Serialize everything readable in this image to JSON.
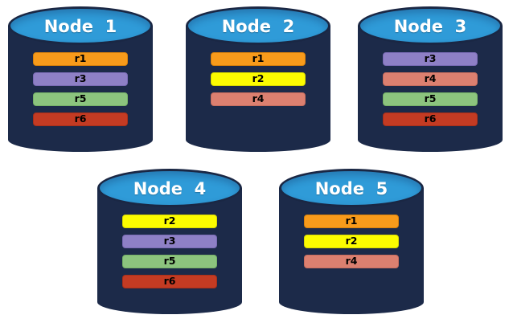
{
  "palette": {
    "background": "#ffffff",
    "cylinder_body": "#1C2A49",
    "cylinder_top_fill": "#2F9BD8",
    "cylinder_top_border": "#1A2744",
    "node_label_color": "#ffffff",
    "bar_label_color": "#000000"
  },
  "replica_styles": {
    "r1": {
      "fill": "#F89B1B",
      "border": "#D9820C"
    },
    "r2": {
      "fill": "#FCFC00",
      "border": "#D9D900"
    },
    "r3": {
      "fill": "#8E80C6",
      "border": "#7A6BB5"
    },
    "r4": {
      "fill": "#DC8070",
      "border": "#C66D5E"
    },
    "r5": {
      "fill": "#8CC47E",
      "border": "#76B167"
    },
    "r6": {
      "fill": "#C43B23",
      "border": "#A82F1A"
    }
  },
  "nodes": [
    {
      "label": "Node  1",
      "replicas": [
        "r1",
        "r3",
        "r5",
        "r6"
      ]
    },
    {
      "label": "Node  2",
      "replicas": [
        "r1",
        "r2",
        "r4"
      ]
    },
    {
      "label": "Node  3",
      "replicas": [
        "r3",
        "r4",
        "r5",
        "r6"
      ]
    },
    {
      "label": "Node  4",
      "replicas": [
        "r2",
        "r3",
        "r5",
        "r6"
      ]
    },
    {
      "label": "Node  5",
      "replicas": [
        "r1",
        "r2",
        "r4"
      ]
    }
  ]
}
